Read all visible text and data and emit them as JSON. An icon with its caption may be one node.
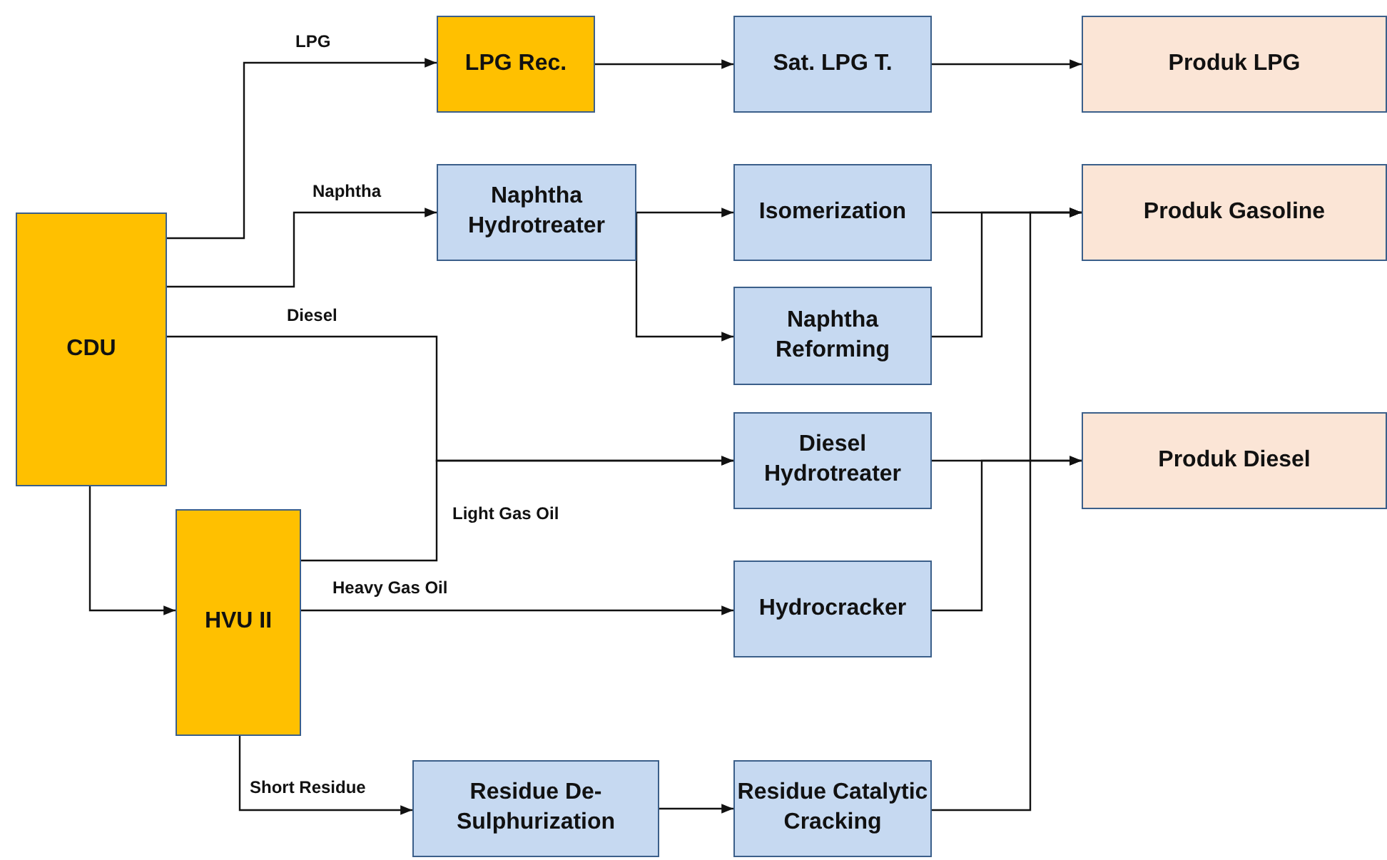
{
  "diagram": {
    "nodes": [
      {
        "text": [
          "CDU"
        ]
      },
      {
        "text": [
          "HVU II"
        ]
      },
      {
        "text": [
          "LPG Rec."
        ]
      },
      {
        "text": [
          "Sat. LPG T."
        ]
      },
      {
        "text": [
          "Produk LPG"
        ]
      },
      {
        "text": [
          "Naphtha Hydrotreater"
        ]
      },
      {
        "text": [
          "Isomerization"
        ]
      },
      {
        "text": [
          "Produk Gasoline"
        ]
      },
      {
        "text": [
          "Naphtha Reforming"
        ]
      },
      {
        "text": [
          "Diesel Hydrotreater"
        ]
      },
      {
        "text": [
          "Produk Diesel"
        ]
      },
      {
        "text": [
          "Hydrocracker"
        ]
      },
      {
        "text": [
          "Residue De-Sulphurization"
        ]
      },
      {
        "text": [
          "Residue Catalytic Cracking"
        ]
      }
    ],
    "edges": [
      {
        "from": 0,
        "to": 2,
        "arrow": "to",
        "label": "LPG"
      },
      {
        "from": 0,
        "to": 5,
        "arrow": "to",
        "label": "Naphtha"
      },
      {
        "from": 0,
        "to": 9,
        "arrow": "to",
        "label": "Diesel"
      },
      {
        "from": 1,
        "to": 9,
        "arrow": "to",
        "label": "Light Gas Oil"
      },
      {
        "from": 0,
        "to": 1,
        "arrow": "to"
      },
      {
        "from": 1,
        "to": 11,
        "arrow": "to",
        "label": "Heavy Gas Oil"
      },
      {
        "from": 1,
        "to": 12,
        "arrow": "to",
        "label": "Short Residue"
      },
      {
        "from": 2,
        "to": 3,
        "arrow": "to"
      },
      {
        "from": 3,
        "to": 4,
        "arrow": "to"
      },
      {
        "from": 5,
        "to": 6,
        "arrow": "to"
      },
      {
        "from": 5,
        "to": 8,
        "arrow": "to"
      },
      {
        "from": 6,
        "to": 7,
        "arrow": "to"
      },
      {
        "from": 8,
        "to": 7,
        "arrow": "to"
      },
      {
        "from": 12,
        "to": 13,
        "arrow": "to"
      },
      {
        "from": 13,
        "to": 7,
        "arrow": "to"
      },
      {
        "from": 9,
        "to": 10,
        "arrow": "to"
      },
      {
        "from": 11,
        "to": 10,
        "arrow": "to"
      }
    ]
  }
}
